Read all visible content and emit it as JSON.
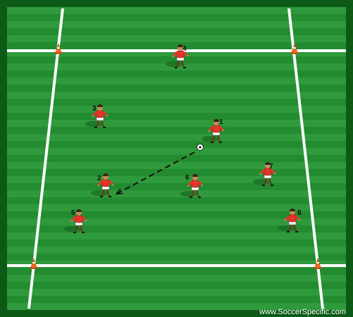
{
  "diagram": {
    "players": [
      {
        "number": "1"
      },
      {
        "number": "2"
      },
      {
        "number": "3"
      },
      {
        "number": "4"
      },
      {
        "number": "5"
      },
      {
        "number": "6"
      },
      {
        "number": "7"
      },
      {
        "number": "8"
      }
    ],
    "ball": "soccer-ball",
    "pass_arrow": "dashed-arrow",
    "cones": [
      "cone",
      "cone",
      "cone",
      "cone"
    ]
  },
  "watermark": "www.SoccerSpecific.com",
  "colors": {
    "grass_light": "#2f9a3b",
    "grass_dark": "#238b30",
    "border": "#0d5a17",
    "line": "#ffffff",
    "cone": "#f06a1f",
    "shirt": "#e8332a",
    "shorts": "#ffffff"
  }
}
